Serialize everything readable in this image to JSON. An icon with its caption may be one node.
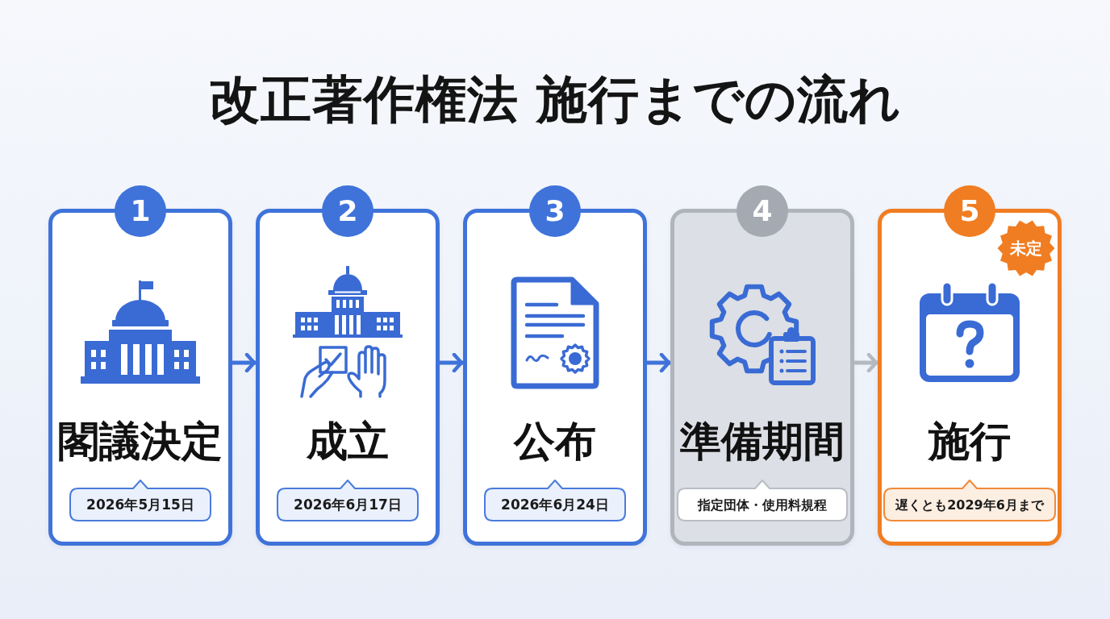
{
  "diagram": {
    "title": "改正著作権法 施行までの流れ",
    "nodes": [
      {
        "text": [
          "1"
        ]
      },
      {
        "text": [
          "閣議決定"
        ]
      },
      {
        "text": [
          "2026年5月15日"
        ],
        "in": 1
      },
      {
        "text": [
          "2"
        ]
      },
      {
        "text": [
          "成立"
        ]
      },
      {
        "text": [
          "2026年6月17日"
        ],
        "in": 4
      },
      {
        "text": [
          "3"
        ]
      },
      {
        "text": [
          "公布"
        ]
      },
      {
        "text": [
          "2026年6月24日"
        ],
        "in": 7
      },
      {
        "text": [
          "4"
        ]
      },
      {
        "text": [
          "準備期間"
        ]
      },
      {
        "text": [
          "指定団体・使用料規程"
        ],
        "in": 10
      },
      {
        "text": [
          "5"
        ]
      },
      {
        "text": [
          "施行"
        ]
      },
      {
        "text": [
          "未定"
        ],
        "in": 13
      },
      {
        "text": [
          "遅くとも2029年6月まで"
        ],
        "in": 13
      }
    ],
    "edges": [
      {
        "from": 1,
        "to": 4,
        "arrow": "to"
      },
      {
        "from": 4,
        "to": 7,
        "arrow": "to"
      },
      {
        "from": 7,
        "to": 10,
        "arrow": "to"
      },
      {
        "from": 10,
        "to": 13,
        "arrow": "to",
        "color": "#b4b8bf"
      }
    ]
  }
}
